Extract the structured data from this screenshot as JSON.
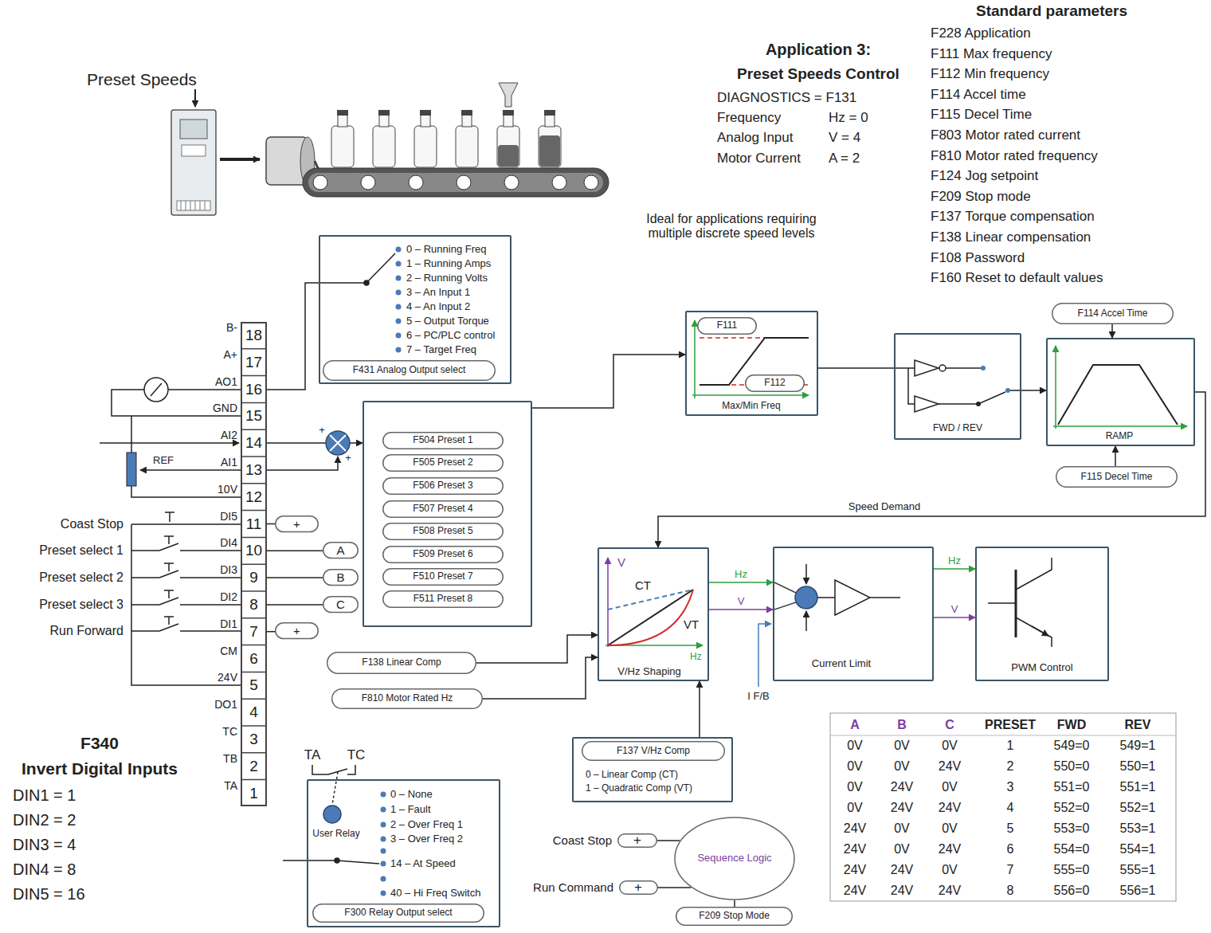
{
  "diagram": {
    "title": "Application 3:",
    "nodes": [
      {
        "text": [
          "0 – Running Freq",
          "1 – Running Amps",
          "2 – Running Volts",
          "3 – An Input 1",
          "4 – An Input 2",
          "5 – Output Torque",
          "6 – PC/PLC control",
          "7 – Target Freq"
        ]
      },
      {
        "text": [
          "F431 Analog Output select"
        ],
        "in": 0
      },
      {
        "text": []
      },
      {
        "text": [
          "F504 Preset 1"
        ],
        "in": 2
      },
      {
        "text": [
          "F505 Preset 2"
        ],
        "in": 2
      },
      {
        "text": [
          "F506 Preset 3"
        ],
        "in": 2
      },
      {
        "text": [
          "F507 Preset 4"
        ],
        "in": 2
      },
      {
        "text": [
          "F508 Preset 5"
        ],
        "in": 2
      },
      {
        "text": [
          "F509 Preset 6"
        ],
        "in": 2
      },
      {
        "text": [
          "F510 Preset 7"
        ],
        "in": 2
      },
      {
        "text": [
          "F511 Preset 8"
        ],
        "in": 2
      },
      {
        "text": [
          "Max/Min Freq"
        ]
      },
      {
        "text": [
          "F111"
        ],
        "in": 11
      },
      {
        "text": [
          "F112"
        ],
        "in": 11
      },
      {
        "text": [
          "FWD / REV"
        ]
      },
      {
        "text": [
          "RAMP"
        ]
      },
      {
        "text": [
          "F114 Accel Time"
        ]
      },
      {
        "text": [
          "F115 Decel Time"
        ]
      },
      {
        "text": [
          "V",
          "CT",
          "VT",
          "Hz",
          "V/Hz Shaping"
        ]
      },
      {
        "text": [
          "Current Limit"
        ]
      },
      {
        "text": [
          "PWM Control"
        ]
      },
      {
        "text": [
          "F138 Linear Comp"
        ]
      },
      {
        "text": [
          "F810 Motor Rated Hz"
        ]
      },
      {
        "text": [
          "0 – Linear Comp (CT)",
          "1 – Quadratic Comp (VT)"
        ]
      },
      {
        "text": [
          "F137 V/Hz Comp"
        ],
        "in": 23
      },
      {
        "text": [
          "0 – None",
          "1 – Fault",
          "2 – Over Freq 1",
          "3 – Over Freq 2",
          "14 – At Speed",
          "40 – Hi Freq Switch"
        ]
      },
      {
        "text": [
          "F300 Relay Output select"
        ],
        "in": 25
      },
      {
        "text": [
          "Sequence Logic"
        ]
      },
      {
        "text": [
          "Coast Stop",
          "+"
        ]
      },
      {
        "text": [
          "Run Command",
          "+"
        ]
      },
      {
        "text": [
          "F209 Stop Mode"
        ]
      },
      {
        "text": [
          "18",
          "17",
          "16",
          "15",
          "14",
          "13",
          "12",
          "11",
          "10",
          "9",
          "8",
          "7",
          "6",
          "5",
          "4",
          "3",
          "2",
          "1"
        ]
      },
      {
        "text": [
          "+"
        ]
      },
      {
        "text": [
          "A"
        ]
      },
      {
        "text": [
          "B"
        ]
      },
      {
        "text": [
          "C"
        ]
      },
      {
        "text": [
          "+"
        ]
      }
    ],
    "edges": [
      {
        "from": 31,
        "to": 0,
        "arrow": "none"
      },
      {
        "from": 31,
        "to": 2,
        "arrow": "to"
      },
      {
        "from": 31,
        "to": 32,
        "arrow": "none"
      },
      {
        "from": 31,
        "to": 33,
        "arrow": "none"
      },
      {
        "from": 31,
        "to": 34,
        "arrow": "none"
      },
      {
        "from": 31,
        "to": 35,
        "arrow": "none"
      },
      {
        "from": 31,
        "to": 36,
        "arrow": "none"
      },
      {
        "from": 2,
        "to": 11,
        "arrow": "to"
      },
      {
        "from": 11,
        "to": 14,
        "arrow": "none"
      },
      {
        "from": 14,
        "to": 15,
        "arrow": "to"
      },
      {
        "from": 15,
        "to": 18,
        "arrow": "to",
        "label": "Speed Demand"
      },
      {
        "from": 16,
        "to": 15,
        "arrow": "to"
      },
      {
        "from": 17,
        "to": 15,
        "arrow": "to"
      },
      {
        "from": 18,
        "to": 19,
        "arrow": "to",
        "label": "Hz"
      },
      {
        "from": 18,
        "to": 19,
        "arrow": "to",
        "label": "V"
      },
      {
        "from": 19,
        "to": 20,
        "arrow": "to",
        "label": "Hz"
      },
      {
        "from": 19,
        "to": 20,
        "arrow": "to",
        "label": "V"
      },
      {
        "from": 21,
        "to": 18,
        "arrow": "to"
      },
      {
        "from": 22,
        "to": 18,
        "arrow": "to"
      },
      {
        "from": 23,
        "to": 18,
        "arrow": "to"
      },
      {
        "from": 28,
        "to": 27,
        "arrow": "none"
      },
      {
        "from": 29,
        "to": 27,
        "arrow": "none"
      },
      {
        "from": 30,
        "to": 27,
        "arrow": "none"
      }
    ],
    "labels": [
      "Preset Speeds",
      "Standard parameters",
      "F228 Application",
      "F111 Max frequency",
      "F112 Min frequency",
      "F114 Accel time",
      "F115 Decel Time",
      "F803 Motor rated current",
      "F810 Motor rated frequency",
      "F124 Jog setpoint",
      "F209 Stop mode",
      "F137 Torque compensation",
      "F138 Linear compensation",
      "F108 Password",
      "F160 Reset to default values",
      "Preset Speeds Control",
      "DIAGNOSTICS = F131",
      "Frequency",
      "Hz = 0",
      "Analog Input",
      "V = 4",
      "Motor Current",
      "A = 2",
      "Ideal for applications requiring multiple discrete speed levels",
      "B-",
      "A+",
      "AO1",
      "GND",
      "AI2",
      "AI1",
      "10V",
      "DI5",
      "DI4",
      "DI3",
      "DI2",
      "DI1",
      "CM",
      "24V",
      "DO1",
      "TC",
      "TB",
      "TA",
      "REF",
      "Coast Stop",
      "Preset select 1",
      "Preset select 2",
      "Preset select 3",
      "Run Forward",
      "+",
      "+",
      "F340",
      "Invert Digital Inputs",
      "DIN1 = 1",
      "DIN2 = 2",
      "DIN3 = 4",
      "DIN4 = 8",
      "DIN5 = 16",
      "TA",
      "TC",
      "User Relay",
      "I F/B",
      "A",
      "B",
      "C",
      "PRESET",
      "FWD",
      "REV",
      "0V",
      "0V",
      "0V",
      "1",
      "549=0",
      "549=1",
      "0V",
      "0V",
      "24V",
      "2",
      "550=0",
      "550=1",
      "0V",
      "24V",
      "0V",
      "3",
      "551=0",
      "551=1",
      "0V",
      "24V",
      "24V",
      "4",
      "552=0",
      "552=1",
      "24V",
      "0V",
      "0V",
      "5",
      "553=0",
      "553=1",
      "24V",
      "0V",
      "24V",
      "6",
      "554=0",
      "554=1",
      "24V",
      "24V",
      "0V",
      "7",
      "555=0",
      "555=1",
      "24V",
      "24V",
      "24V",
      "8",
      "556=0",
      "556=1"
    ]
  }
}
